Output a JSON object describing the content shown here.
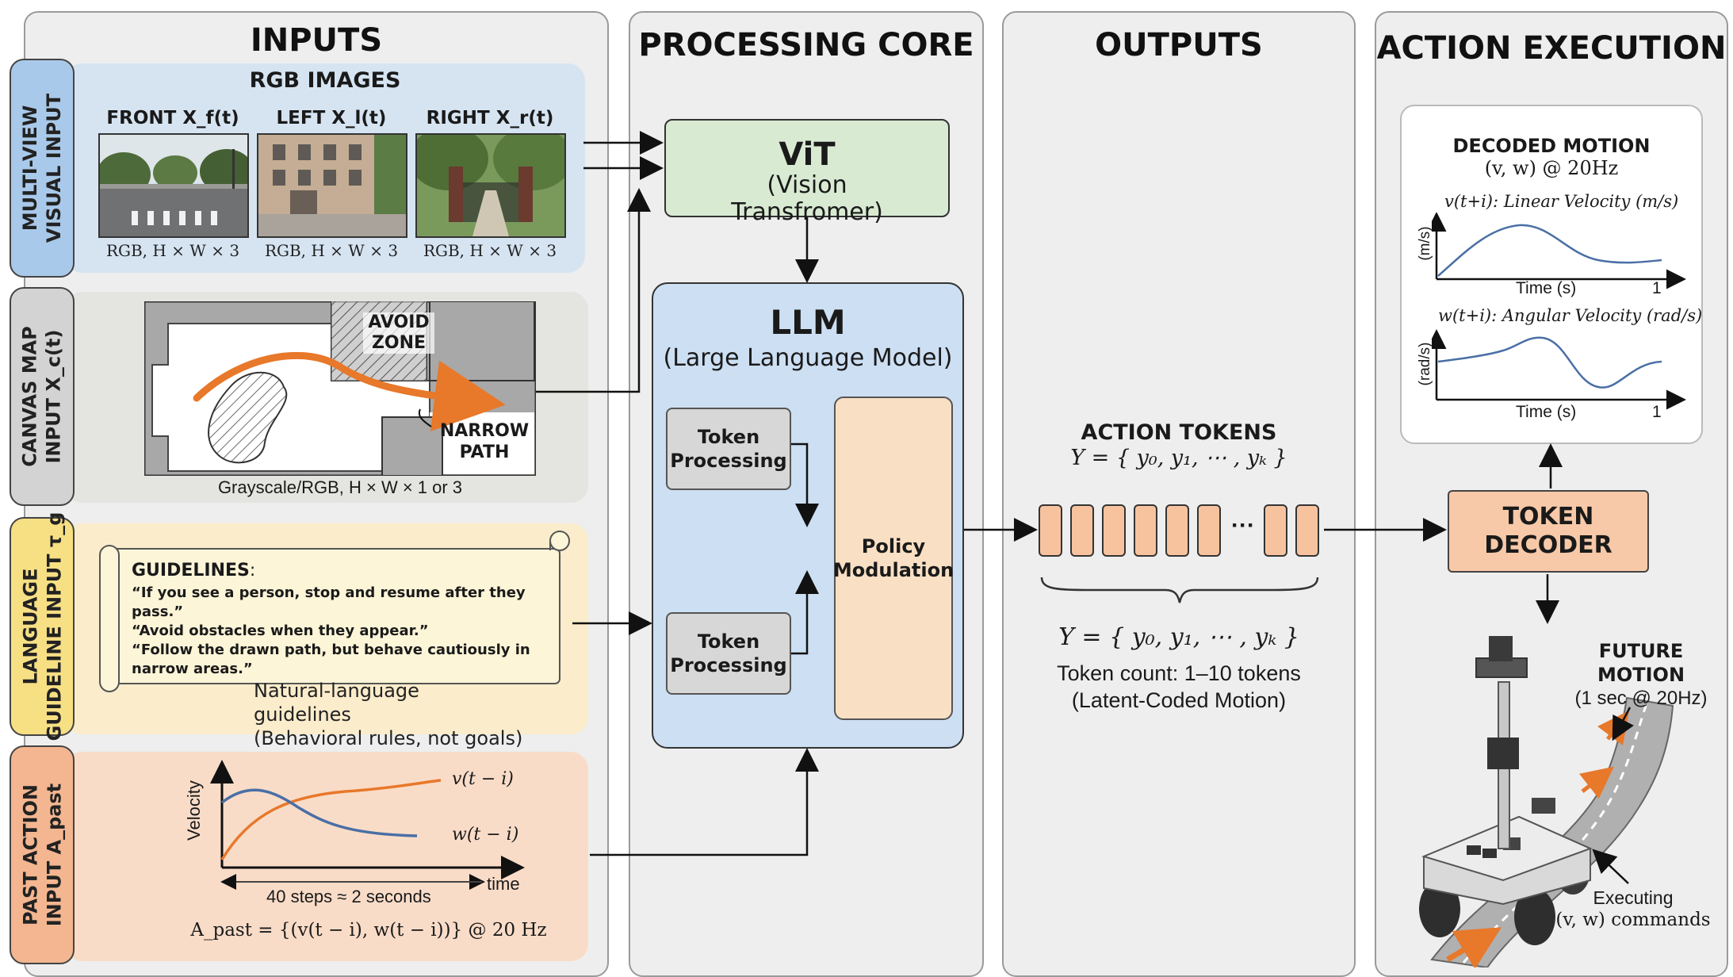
{
  "columns": {
    "inputs": "INPUTS",
    "processing": "PROCESSING CORE",
    "outputs": "OUTPUTS",
    "action": "ACTION EXECUTION"
  },
  "multiview": {
    "tab_line1": "MULTI-VIEW",
    "tab_line2": "VISUAL INPUT",
    "title": "RGB IMAGES",
    "front_label": "FRONT X_f(t)",
    "left_label": "LEFT X_l(t)",
    "right_label": "RIGHT X_r(t)",
    "caption": "RGB, H × W × 3"
  },
  "canvas": {
    "tab_line1": "CANVAS MAP",
    "tab_line2": "INPUT X_c(t)",
    "avoid_line1": "AVOID",
    "avoid_line2": "ZONE",
    "narrow_line1": "NARROW",
    "narrow_line2": "PATH",
    "caption": "Grayscale/RGB, H × W × 1 or 3"
  },
  "language": {
    "tab_line1": "LANGUAGE",
    "tab_line2": "GUIDELINE INPUT τ_g",
    "heading": "GUIDELINES",
    "heading_colon": ":",
    "rule1": "“If you see a person, stop and resume after they pass.”",
    "rule2": "“Avoid obstacles when they appear.”",
    "rule3": "“Follow the drawn path, but behave cautiously in narrow areas.”",
    "note_line1": "Natural-language",
    "note_line2": "guidelines",
    "note_line3": "(Behavioral rules, not goals)"
  },
  "past_action": {
    "tab_line1": "PAST ACTION",
    "tab_line2": "INPUT A_past",
    "y_label": "Velocity",
    "series_v": "v(t − i)",
    "series_w": "w(t − i)",
    "x_label": "time",
    "span": "40 steps ≈ 2 seconds",
    "formula": "A_past = {(v(t − i), w(t − i))} @ 20 Hz"
  },
  "vit": {
    "title": "ViT",
    "subtitle_line1": "(Vision",
    "subtitle_line2": "Transfromer)"
  },
  "llm": {
    "title": "LLM",
    "subtitle": "(Large Language Model)",
    "token_line1": "Token",
    "token_line2": "Processing",
    "policy_line1": "Policy",
    "policy_line2": "Modulation"
  },
  "outputs": {
    "heading": "ACTION TOKENS",
    "formula_top": "Y = { y₀, y₁, ⋯ , yₖ }",
    "ellipsis": "···",
    "formula_bottom": "Y = { y₀, y₁, ⋯ , yₖ }",
    "count": "Token count: 1–10 tokens",
    "coding": "(Latent-Coded Motion)"
  },
  "decoded": {
    "title": "DECODED MOTION",
    "subtitle": "(v, w) @ 20Hz",
    "linear_title": "v(t+i): Linear Velocity (m/s)",
    "linear_unit": "(m/s)",
    "angular_title": "w(t+i): Angular Velocity (rad/s)",
    "angular_unit": "(rad/s)",
    "time_label": "Time (s)",
    "time_end": "1"
  },
  "decoder": {
    "line1": "TOKEN",
    "line2": "DECODER"
  },
  "future": {
    "line1": "FUTURE",
    "line2": "MOTION",
    "line3": "(1 sec @ 20Hz)",
    "exec_line1": "Executing",
    "exec_line2": "(v, w) commands"
  },
  "colors": {
    "multiview_band": "#d6e4f2",
    "multiview_tab": "#a9c9ea",
    "canvas_band": "#e4e4e1",
    "canvas_tab": "#d3d3d3",
    "language_band": "#fbeccb",
    "language_tab": "#f7df84",
    "past_band": "#f9dcc8",
    "past_tab": "#f3b690",
    "vit_fill": "#d9ead3",
    "llm_fill": "#cddff2",
    "policy_fill": "#f9dfc4",
    "token_fill": "#f7c39e",
    "decoder_fill": "#f7c9a8",
    "arrow_orange": "#e8782a",
    "curve_blue": "#4a6fa5"
  }
}
